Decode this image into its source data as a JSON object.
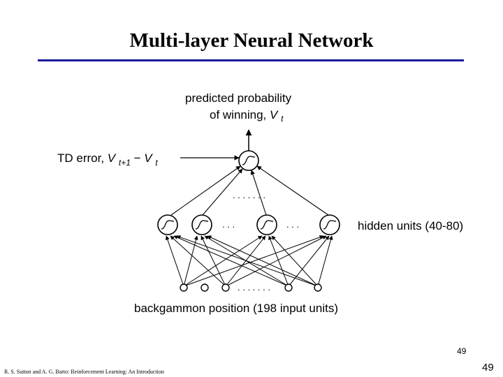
{
  "slide": {
    "title": "Multi-layer Neural Network",
    "page_number": "49",
    "page_number_footer": "49",
    "credit": "R. S. Sutton and A. G. Barto: Reinforcement Learning: An Introduction"
  },
  "diagram": {
    "output_label_line1": "predicted probability",
    "output_label_line2_text": "of winning, ",
    "output_label_var": "V",
    "output_label_sub": "t",
    "td_label_text": "TD error, ",
    "td_v1": "V",
    "td_v1_sub": "t+1",
    "td_minus": "− ",
    "td_v2": "V",
    "td_v2_sub": "t",
    "hidden_label": "hidden units (40-80)",
    "input_label": "backgammon position (198 input units)",
    "ellipsis": ". . . . . . ."
  }
}
